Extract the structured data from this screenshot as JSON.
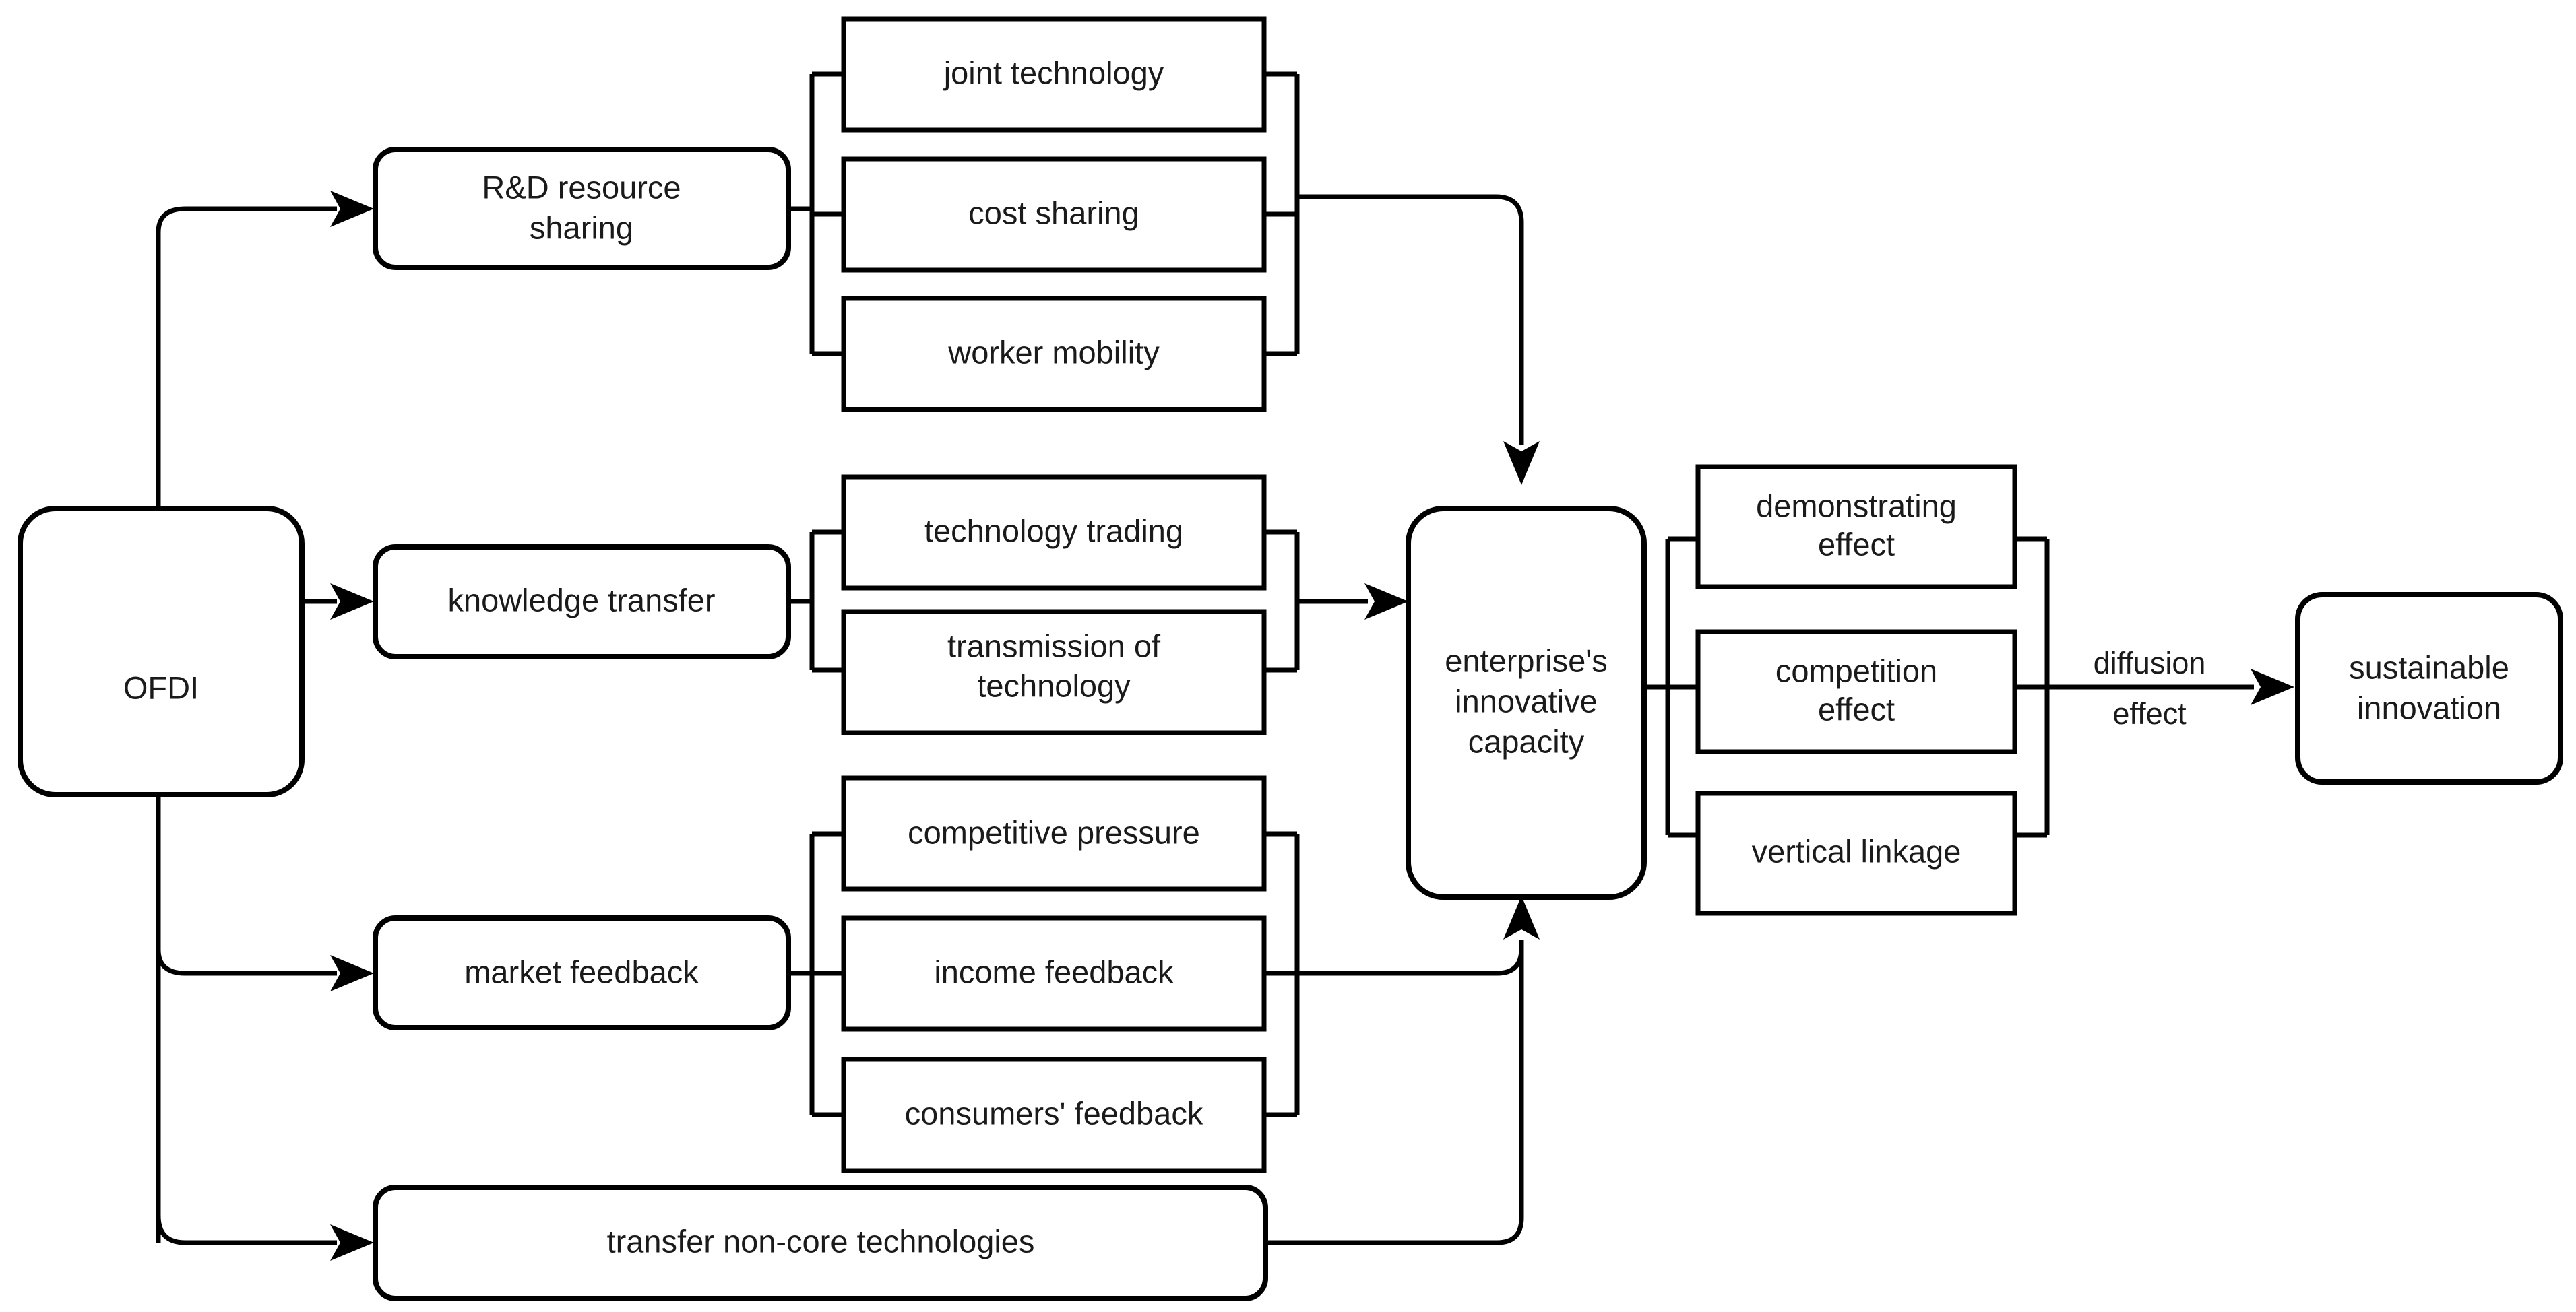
{
  "diagram": {
    "title": "OFDI to sustainable innovation mechanism flowchart",
    "colors": {
      "background": "#ffffff",
      "stroke": "#000000",
      "text": "#1a1a1a"
    },
    "nodes": {
      "ofdi": "OFDI",
      "rd_resource_sharing": "R&D resource sharing",
      "rd_resource_sharing_line1": "R&D resource",
      "rd_resource_sharing_line2": "sharing",
      "joint_technology": "joint technology",
      "cost_sharing": "cost sharing",
      "worker_mobility": "worker mobility",
      "knowledge_transfer": "knowledge transfer",
      "technology_trading": "technology trading",
      "transmission_of_technology_line1": "transmission of",
      "transmission_of_technology_line2": "technology",
      "market_feedback": "market feedback",
      "competitive_pressure": "competitive pressure",
      "income_feedback": "income feedback",
      "consumers_feedback": "consumers' feedback",
      "transfer_non_core_technologies": "transfer non-core technologies",
      "enterprise_capacity_line1": "enterprise's",
      "enterprise_capacity_line2": "innovative",
      "enterprise_capacity_line3": "capacity",
      "demonstrating_effect_line1": "demonstrating",
      "demonstrating_effect_line2": "effect",
      "competition_effect_line1": "competition",
      "competition_effect_line2": "effect",
      "vertical_linkage": "vertical linkage",
      "sustainable_innovation_line1": "sustainable",
      "sustainable_innovation_line2": "innovation"
    },
    "edge_labels": {
      "diffusion_effect_line1": "diffusion",
      "diffusion_effect_line2": "effect"
    }
  }
}
